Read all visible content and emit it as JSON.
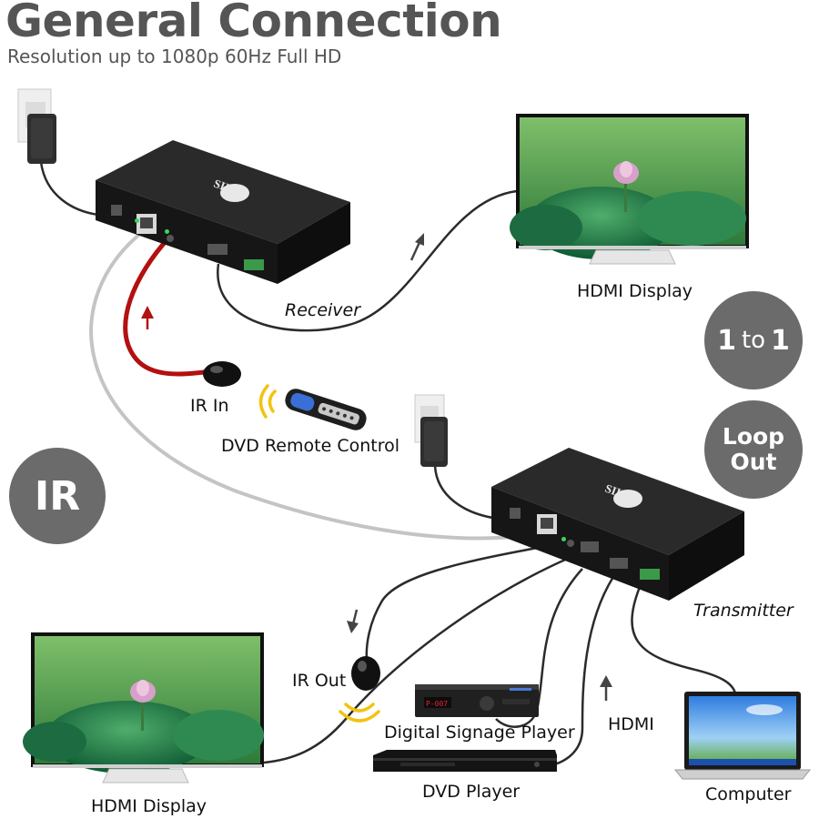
{
  "header": {
    "title": "General Connection",
    "subtitle": "Resolution up to 1080p 60Hz Full HD"
  },
  "labels": {
    "receiver": "Receiver",
    "transmitter": "Transmitter",
    "hdmi_display_top": "HDMI Display",
    "hdmi_display_bottom": "HDMI Display",
    "ir_in": "IR In",
    "ir_out": "IR Out",
    "dvd_remote": "DVD Remote Control",
    "digital_signage": "Digital Signage Player",
    "dvd_player": "DVD Player",
    "computer": "Computer",
    "hdmi_cable": "HDMI"
  },
  "badges": {
    "one_to_one_parts": [
      "1",
      "to",
      "1"
    ],
    "loop_out_lines": [
      "Loop",
      "Out"
    ],
    "ir": "IR"
  },
  "device_marks": {
    "brand": "SIIG",
    "signage_display": "P-007"
  },
  "colors": {
    "text_gray": "#555555",
    "badge_gray": "#6b6b6b",
    "ir_cable": "#b31010",
    "cat_cable": "#bdbdbd",
    "device_body": "#1b1b1b"
  },
  "icons": [
    "power-plug-icon",
    "remote-control-icon",
    "ir-signal-icon",
    "arrow-up-icon",
    "arrow-down-icon",
    "laptop-icon",
    "monitor-icon"
  ]
}
